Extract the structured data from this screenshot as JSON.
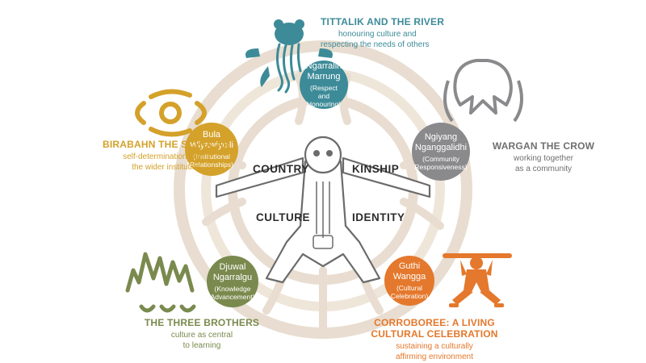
{
  "center_words": {
    "country": "COUNTRY",
    "kinship": "KINSHIP",
    "culture": "CULTURE",
    "identity": "IDENTITY"
  },
  "nodes": {
    "top": {
      "title_1": "Ngarralin",
      "title_2": "Marrung",
      "sub_1": "(Respect and",
      "sub_2": "Honouring)",
      "color": "#3d8b98"
    },
    "left": {
      "title_1": "Bula",
      "title_2": "Wiyawiyelli",
      "sub_1": "(Institutional",
      "sub_2": "Relationships)",
      "color": "#d4a12a"
    },
    "right": {
      "title_1": "Ngiyang",
      "title_2": "Nganggalidhi",
      "sub_1": "(Community",
      "sub_2": "Responsiveness)",
      "color": "#8a8a8d"
    },
    "bottom_left": {
      "title_1": "Djuwal",
      "title_2": "Ngarralgu",
      "sub_1": "(Knowledge",
      "sub_2": "Advancement)",
      "color": "#7a8a4e"
    },
    "bottom_right": {
      "title_1": "Guthi",
      "title_2": "Wangga",
      "sub_1": "(Cultural",
      "sub_2": "Celebration)",
      "color": "#e4782c"
    }
  },
  "labels": {
    "tittalik": {
      "title": "TITTALIK AND THE RIVER",
      "desc_1": "honouring culture and",
      "desc_2": "respecting the needs of others"
    },
    "birabahn": {
      "title": "BIRABAHN THE SCHOLAR",
      "desc_1": "self-determination within",
      "desc_2": "the wider institution"
    },
    "wargan": {
      "title": "WARGAN THE CROW",
      "desc_1": "working together",
      "desc_2": "as a community"
    },
    "brothers": {
      "title": "THE THREE BROTHERS",
      "desc_1": "culture as central",
      "desc_2": "to learning"
    },
    "corroboree": {
      "title_1": "CORROBOREE: A LIVING",
      "title_2": "CULTURAL CELEBRATION",
      "desc_1": "sustaining a culturally",
      "desc_2": "affirming environment"
    }
  },
  "colors": {
    "ring": "#e8ddd0",
    "ring_light": "#f1e9df",
    "figure_outline": "#6b6b6b",
    "teal": "#3d8b98",
    "gold": "#d4a12a",
    "grey": "#8a8a8d",
    "olive": "#7a8a4e",
    "orange": "#e4782c",
    "text_dark": "#2c2c2c"
  },
  "icons": {
    "tittalik": "frog-river-icon",
    "birabahn": "scholar-symbol-icon",
    "wargan": "crow-icon",
    "brothers": "three-brothers-icon",
    "corroboree": "dancer-icon"
  }
}
